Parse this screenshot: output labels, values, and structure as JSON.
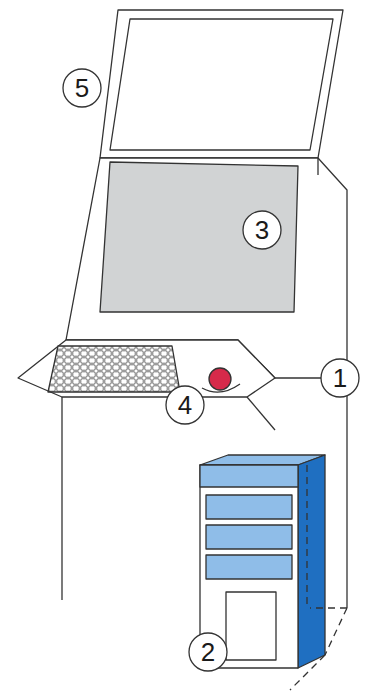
{
  "diagram": {
    "labels": [
      "5",
      "3",
      "1",
      "4",
      "2"
    ]
  }
}
